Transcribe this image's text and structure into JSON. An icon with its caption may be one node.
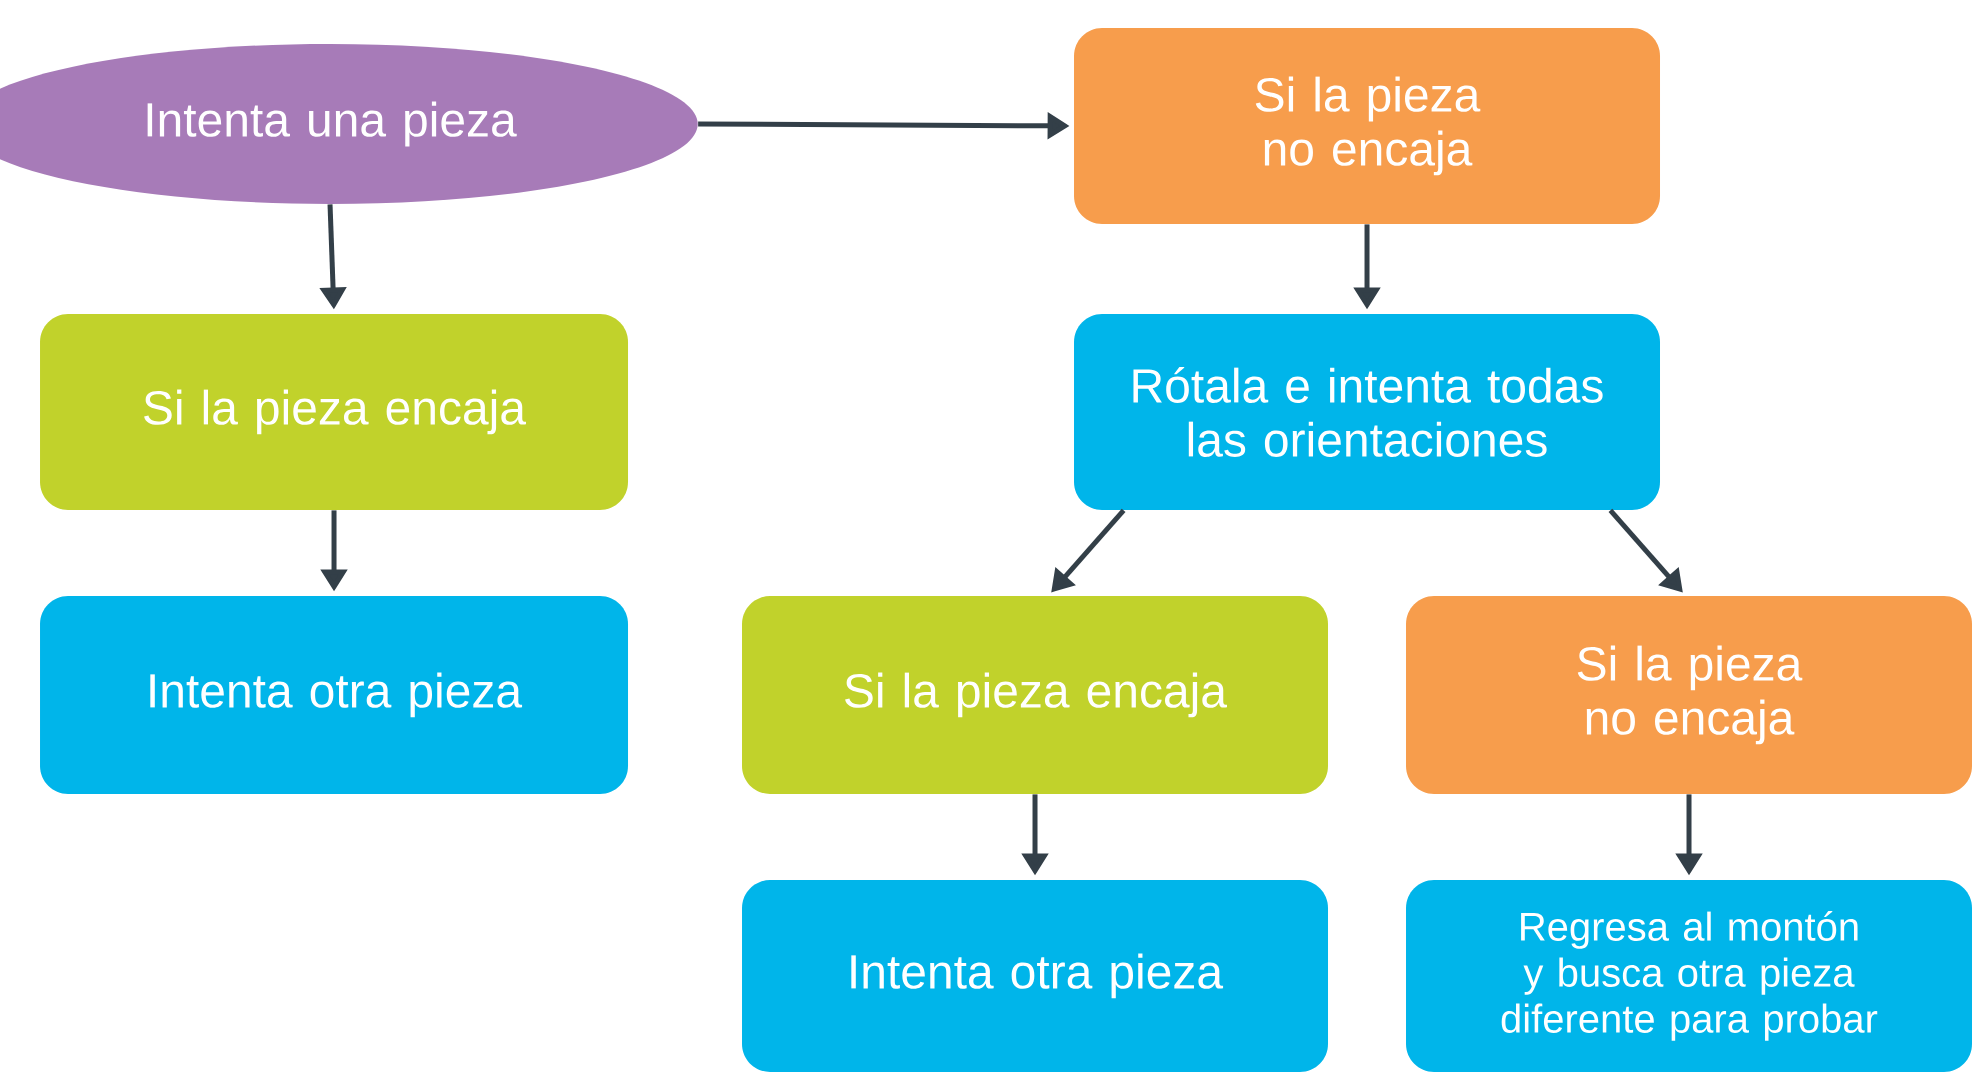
{
  "diagram": {
    "nodes": [
      {
        "text": [
          "Intenta una pieza"
        ]
      },
      {
        "text": [
          "Si la pieza no encaja"
        ]
      },
      {
        "text": [
          "Si la pieza encaja"
        ]
      },
      {
        "text": [
          "Intenta otra pieza"
        ]
      },
      {
        "text": [
          "Rótala e intenta todas las orientaciones"
        ]
      },
      {
        "text": [
          "Si la pieza encaja"
        ]
      },
      {
        "text": [
          "Si la pieza no encaja"
        ]
      },
      {
        "text": [
          "Intenta otra pieza"
        ]
      },
      {
        "text": [
          "Regresa al montón y busca otra pieza diferente para probar"
        ]
      }
    ],
    "edges": [
      {
        "from": 0,
        "to": 1,
        "arrow": "to"
      },
      {
        "from": 0,
        "to": 2,
        "arrow": "to"
      },
      {
        "from": 2,
        "to": 3,
        "arrow": "to"
      },
      {
        "from": 1,
        "to": 4,
        "arrow": "to"
      },
      {
        "from": 4,
        "to": 5,
        "arrow": "to"
      },
      {
        "from": 4,
        "to": 6,
        "arrow": "to"
      },
      {
        "from": 5,
        "to": 7,
        "arrow": "to"
      },
      {
        "from": 6,
        "to": 8,
        "arrow": "to"
      }
    ]
  }
}
